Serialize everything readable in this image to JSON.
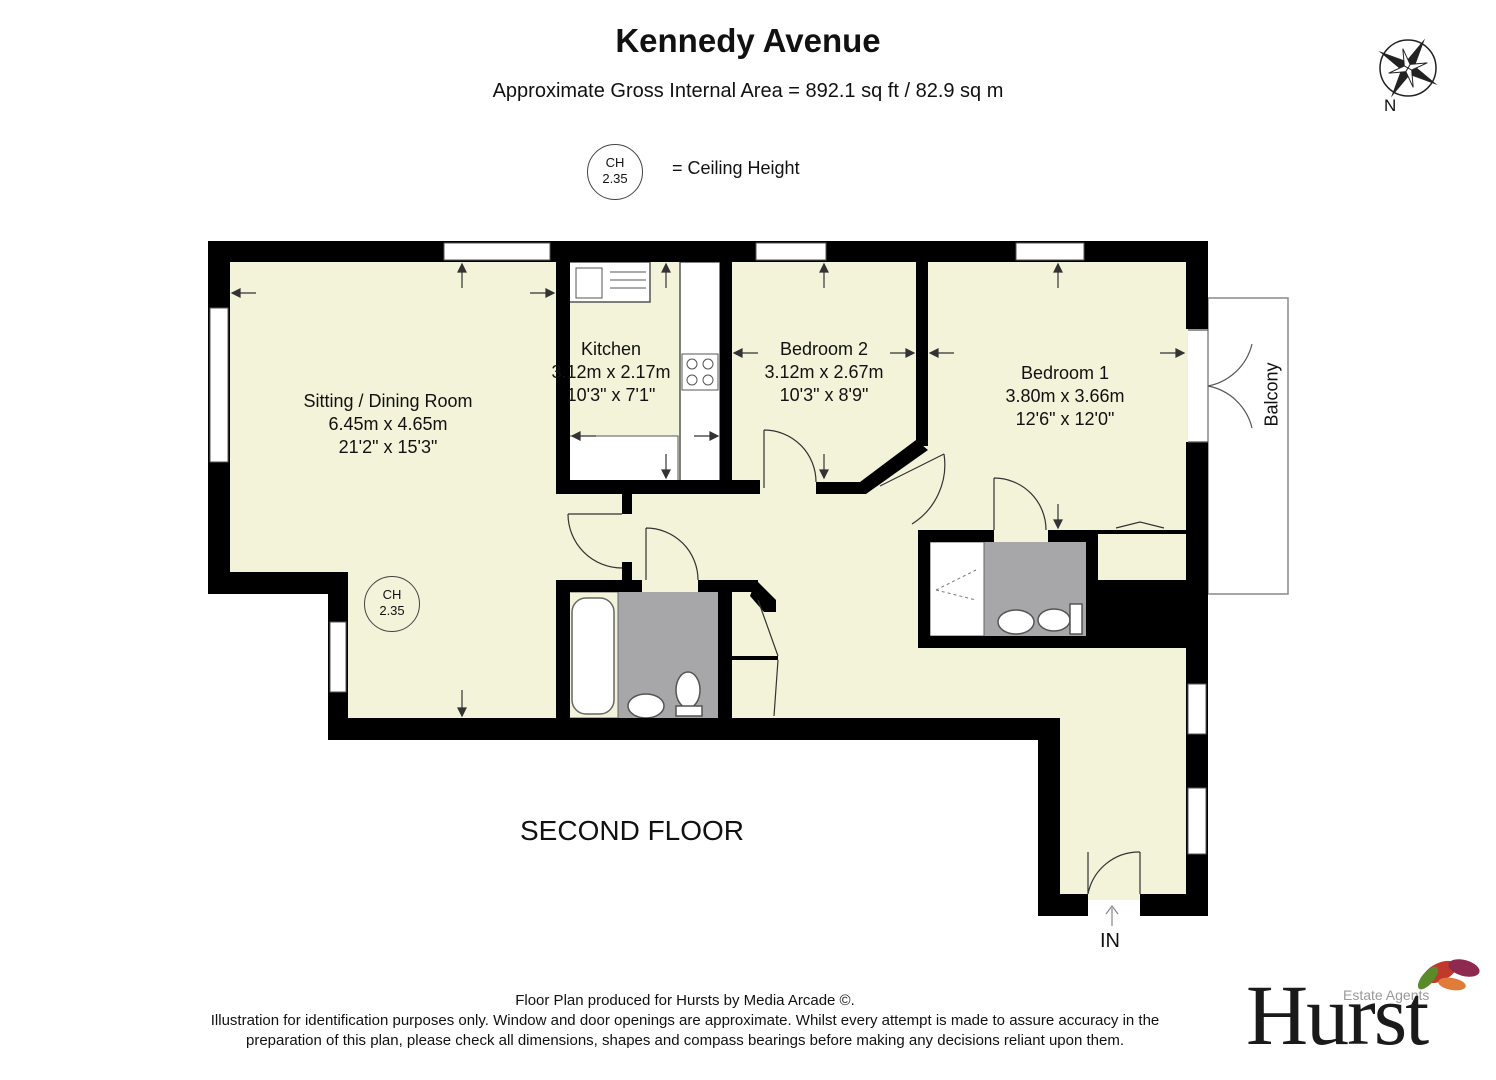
{
  "header": {
    "title": "Kennedy Avenue",
    "area": "Approximate Gross Internal Area = 892.1 sq ft / 82.9 sq m"
  },
  "legend": {
    "ch_abbr": "CH",
    "ch_value": "2.35",
    "label": "= Ceiling Height"
  },
  "compass": {
    "north": "N"
  },
  "rooms": {
    "sitting": {
      "name": "Sitting / Dining Room",
      "metric": "6.45m x 4.65m",
      "imperial": "21'2\" x 15'3\""
    },
    "kitchen": {
      "name": "Kitchen",
      "metric": "3.12m x 2.17m",
      "imperial": "10'3\" x 7'1\""
    },
    "bedroom2": {
      "name": "Bedroom 2",
      "metric": "3.12m x 2.67m",
      "imperial": "10'3\" x 8'9\""
    },
    "bedroom1": {
      "name": "Bedroom 1",
      "metric": "3.80m x 3.66m",
      "imperial": "12'6\" x 12'0\""
    }
  },
  "balcony": "Balcony",
  "ceiling_marker": {
    "abbr": "CH",
    "value": "2.35"
  },
  "floor": "SECOND FLOOR",
  "entrance": "IN",
  "footer": {
    "line1": "Floor Plan produced for Hursts by Media Arcade ©.",
    "line2": "Illustration for identification purposes only. Window and door openings are approximate. Whilst every attempt is made to assure accuracy in the",
    "line3": "preparation of this plan, please check all dimensions, shapes and compass bearings before making any decisions reliant upon them."
  },
  "logo": {
    "word": "Hurst",
    "tagline": "Estate Agents"
  },
  "colors": {
    "wall": "#000000",
    "floor_fill": "#f2f3d9",
    "wet_room": "#a7a7aa",
    "leaf_red": "#c0392b",
    "leaf_green": "#5a8a2a"
  }
}
